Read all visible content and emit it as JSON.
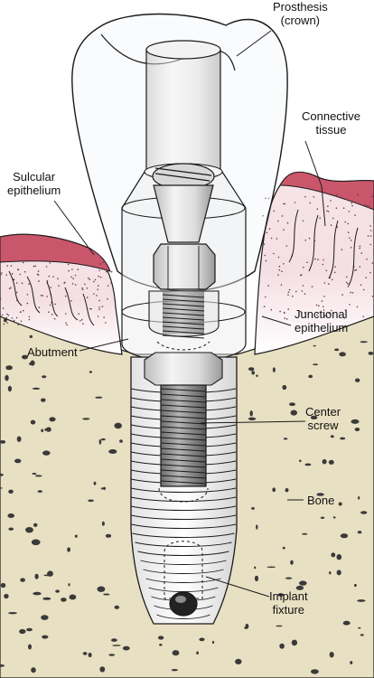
{
  "labels": {
    "prosthesis": [
      "Prosthesis",
      "(crown)"
    ],
    "connective_tissue": [
      "Connective",
      "tissue"
    ],
    "sulcular_epithelium": [
      "Sulcular",
      "epithelium"
    ],
    "junctional_epithelium": [
      "Junctional",
      "epithelium"
    ],
    "abutment": [
      "Abutment"
    ],
    "center_screw": [
      "Center",
      "screw"
    ],
    "bone": [
      "Bone"
    ],
    "implant_fixture": [
      "Implant",
      "fixture"
    ]
  },
  "colors": {
    "gum_top": "#c9566b",
    "gum_fill": "#f3dde2",
    "gum_fade": "#ffffff",
    "bone": "#e8e0c2",
    "bone_dots": "#3a3a3a",
    "metal": "#e6e6e6",
    "metal_dark": "#8a8a8a",
    "line": "#1a1a1a"
  }
}
